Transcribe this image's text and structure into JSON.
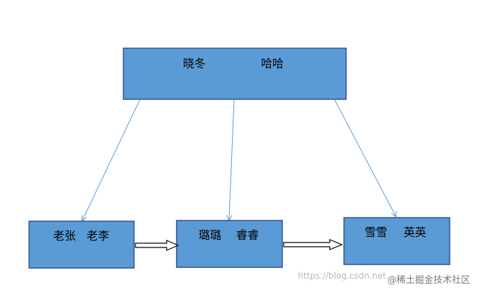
{
  "diagram": {
    "top": {
      "left_label": "晓冬",
      "right_label": "哈哈"
    },
    "bottom_left": {
      "label_a": "老张",
      "label_b": "老李"
    },
    "bottom_middle": {
      "label_a": "璐璐",
      "label_b": "睿睿"
    },
    "bottom_right": {
      "label_a": "雪雪",
      "label_b": "英英"
    },
    "colors": {
      "box_fill": "#5b9bd5",
      "box_border": "#2f528f",
      "edge": "#5b9bd5"
    }
  },
  "watermark": {
    "url": "https://blog.csdn.net",
    "brand": "@稀土掘金技术社区"
  }
}
